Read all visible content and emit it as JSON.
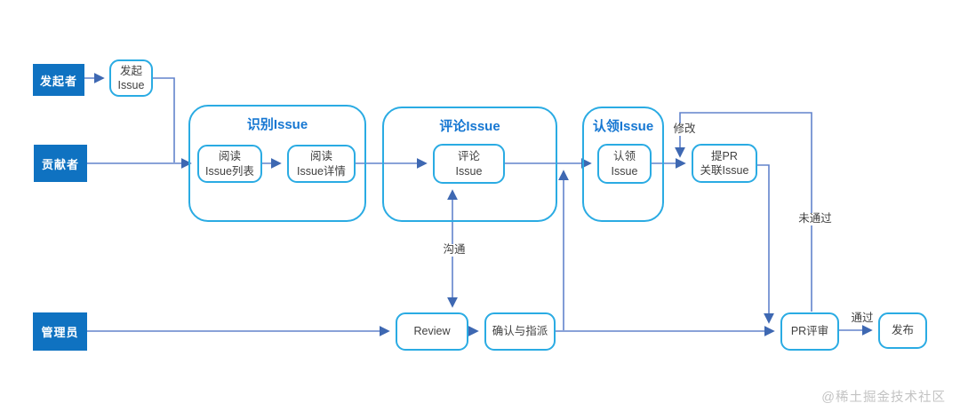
{
  "diagram": {
    "title_hint": "Issue workflow flowchart",
    "roles": [
      {
        "id": "initiator",
        "label": "发起者"
      },
      {
        "id": "contributor",
        "label": "贡献者"
      },
      {
        "id": "admin",
        "label": "管理员"
      }
    ],
    "groups": {
      "identify": "识别Issue",
      "comment": "评论Issue",
      "claim": "认领Issue"
    },
    "nodes": {
      "create_issue": "发起\nIssue",
      "read_issue_list": "阅读\nIssue列表",
      "read_issue_detail": "阅读\nIssue详情",
      "comment_issue": "评论\nIssue",
      "claim_issue": "认领\nIssue",
      "submit_pr": "提PR\n关联Issue",
      "review": "Review",
      "confirm_assign": "确认与指派",
      "pr_review": "PR评审",
      "publish": "发布"
    },
    "edge_labels": {
      "modify": "修改",
      "not_passed": "未通过",
      "communicate": "沟通",
      "passed": "通过"
    },
    "colors": {
      "role_fill": "#0f72c1",
      "shape_border": "#2aabe3",
      "group_title": "#1677d2",
      "connector": "#6283cc",
      "arrowhead": "#3e68b2",
      "text": "#404040"
    },
    "watermark": "@稀土掘金技术社区"
  }
}
